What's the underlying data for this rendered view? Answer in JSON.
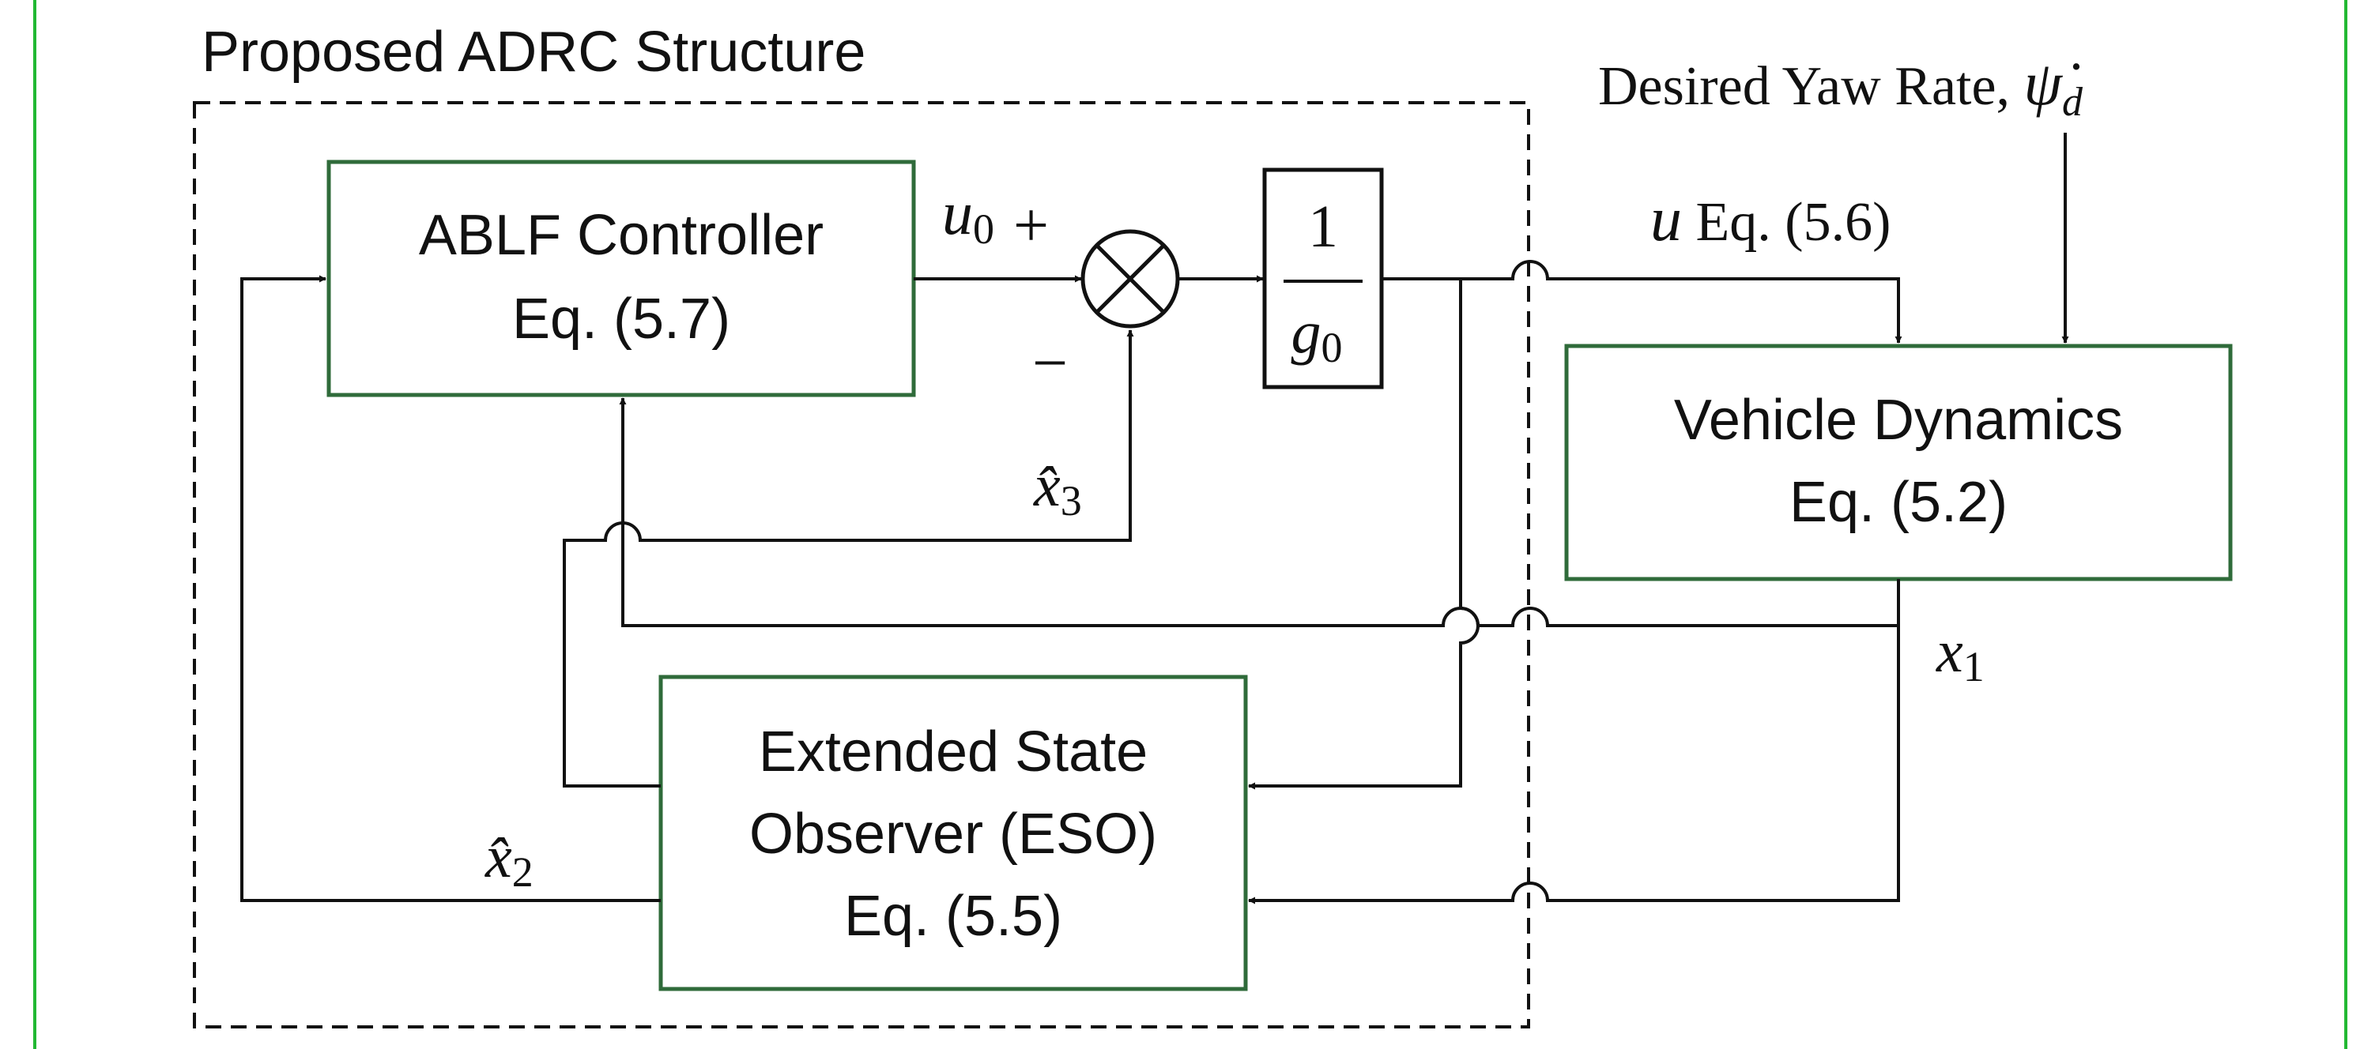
{
  "group_title": "Proposed ADRC Structure",
  "colors": {
    "border": "#22b833",
    "box": "#2f6b3a",
    "line": "#111111",
    "background": "#ffffff"
  },
  "blocks": {
    "ablf": {
      "line1": "ABLF Controller",
      "line2": "Eq. (5.7)"
    },
    "eso": {
      "line1": "Extended State",
      "line2": "Observer (ESO)",
      "line3": "Eq. (5.5)"
    },
    "vehicle": {
      "line1": "Vehicle Dynamics",
      "line2": "Eq. (5.2)"
    },
    "gain": {
      "numerator": "1",
      "denominator_symbol": "g",
      "denominator_sub": "0"
    }
  },
  "summing_junction": {
    "plus_sign": "+",
    "minus_sign": "−",
    "symbol": "multiply-circle-icon"
  },
  "signals": {
    "u0": {
      "symbol": "u",
      "sub": "0"
    },
    "u": {
      "symbol": "u",
      "eq": " Eq. (5.6)"
    },
    "x1": {
      "symbol": "x",
      "sub": "1"
    },
    "x2hat": {
      "symbol": "x̂",
      "sub": "2"
    },
    "x3hat": {
      "symbol": "x̂",
      "sub": "3"
    },
    "desired": {
      "text": "Desired Yaw Rate, ",
      "symbol": "ψ̇",
      "sub": "d"
    }
  }
}
